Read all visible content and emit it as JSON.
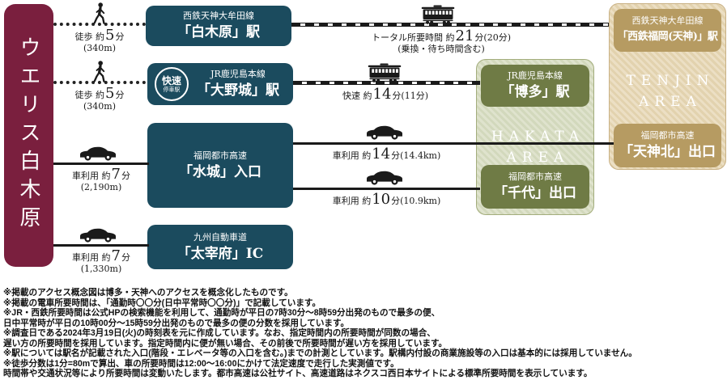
{
  "colors": {
    "maroon": "#7a1f3e",
    "teal": "#1b4b5e",
    "olive": "#6f7b45",
    "tan": "#b69b62",
    "line": "#1a1a1a"
  },
  "property": {
    "name": "ウエリス白木原"
  },
  "nodes": {
    "shirakibaru": {
      "line": "西鉄天神大牟田線",
      "name": "「白木原」駅"
    },
    "onojo": {
      "line": "JR鹿児島本線",
      "name": "「大野城」駅",
      "badge_top": "快速",
      "badge_bottom": "停車駅"
    },
    "mizuki": {
      "line": "福岡都市高速",
      "name": "「水城」入口"
    },
    "dazaifu": {
      "line": "九州自動車道",
      "name": "「太宰府」IC"
    },
    "hakata": {
      "line": "JR鹿児島本線",
      "name": "「博多」駅"
    },
    "chiyo": {
      "line": "福岡都市高速",
      "name": "「千代」出口"
    },
    "nishitetsu_fukuoka": {
      "line": "西鉄天神大牟田線",
      "name": "「西鉄福岡(天神)」駅"
    },
    "tenjin_kita": {
      "line": "福岡都市高速",
      "name": "「天神北」出口"
    }
  },
  "areas": {
    "hakata": {
      "word1": "HAKATA",
      "word2": "AREA"
    },
    "tenjin": {
      "word1": "TENJIN",
      "word2": "AREA"
    }
  },
  "legs": {
    "walk_shirakibaru": {
      "pre": "徒歩 約",
      "num": "5",
      "post": "分",
      "sub": "(340m)"
    },
    "walk_onojo": {
      "pre": "徒歩 約",
      "num": "5",
      "post": "分",
      "sub": "(340m)"
    },
    "car_mizuki": {
      "pre": "車利用 約",
      "num": "7",
      "post": "分",
      "sub": "(2,190m)"
    },
    "car_dazaifu": {
      "pre": "車利用 約",
      "num": "7",
      "post": "分",
      "sub": "(1,330m)"
    },
    "train_total": {
      "pre": "トータル所要時間 約",
      "num": "21",
      "post": "分(20分)",
      "sub": "(乗換・待ち時間含む)"
    },
    "train_rapid": {
      "pre": "快速 約",
      "num": "14",
      "post": "分(11分)"
    },
    "car_tenjin_kita": {
      "pre": "車利用 約",
      "num": "14",
      "post": "分(14.4km)"
    },
    "car_chiyo": {
      "pre": "車利用 約",
      "num": "10",
      "post": "分(10.9km)"
    }
  },
  "notes": [
    "※掲載のアクセス概念図は博多・天神へのアクセスを概念化したものです。",
    "※掲載の電車所要時間は、「通勤時〇〇分(日中平常時〇〇分)」で記載しています。",
    "※JR・西鉄所要時間は公式HPの検索機能を利用して、通勤時が平日の7時30分〜8時59分出発のもので最多の便、",
    "日中平常時が平日の10時00分〜15時59分出発のもので最多の便の分数を採用しています。",
    "※調査日である2024年3月19日(火)の時刻表を元に作成しています。なお、指定時間内の所要時間が同数の場合、",
    "遅い方の所要時間を採用しています。指定時間内に便が無い場合、その前後で所要時間が遅い方を採用しています。",
    "※駅については駅名が記載された入口(階段・エレベータ等の入口を含む。)までの計測としています。駅構内付設の商業施設等の入口は基本的には採用していません。",
    "※徒歩分数は1分=80mで算出、車の所要時間は12:00〜16:00にかけて法定速度で走行した実測値です。",
    "時間帯や交通状況等により所要時間は変動いたします。都市高速は公社サイト、高速道路はネクスコ西日本サイトによる標準所要時間を表示しています。"
  ]
}
